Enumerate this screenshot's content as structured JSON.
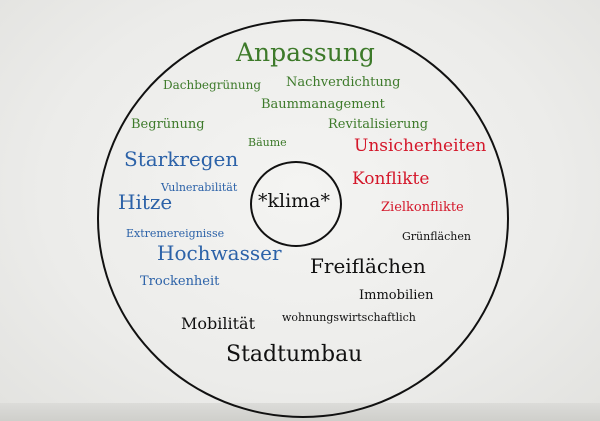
{
  "colors": {
    "adaptation": "#3d7a2a",
    "risk": "#2c62a8",
    "conflict": "#d4172a",
    "urban": "#111111"
  },
  "center": {
    "label": "*klima*"
  },
  "words": {
    "anpassung": "Anpassung",
    "dachbegruenung": "Dachbegrünung",
    "nachverdichtung": "Nachverdichtung",
    "baummanagement": "Baummanagement",
    "begruenung": "Begrünung",
    "revitalisierung": "Revitalisierung",
    "baeume": "Bäume",
    "starkregen": "Starkregen",
    "unsicherheiten": "Unsicherheiten",
    "vulnerabilitaet": "Vulnerabilität",
    "konflikte": "Konflikte",
    "hitze": "Hitze",
    "zielkonflikte": "Zielkonflikte",
    "extremereignisse": "Extremereignisse",
    "gruenflaechen": "Grünflächen",
    "hochwasser": "Hochwasser",
    "freiflaechen": "Freiflächen",
    "trockenheit": "Trockenheit",
    "immobilien": "Immobilien",
    "mobilitaet": "Mobilität",
    "wohnungswirtschaftlich": "wohnungswirtschaftlich",
    "stadtumbau": "Stadtumbau"
  }
}
